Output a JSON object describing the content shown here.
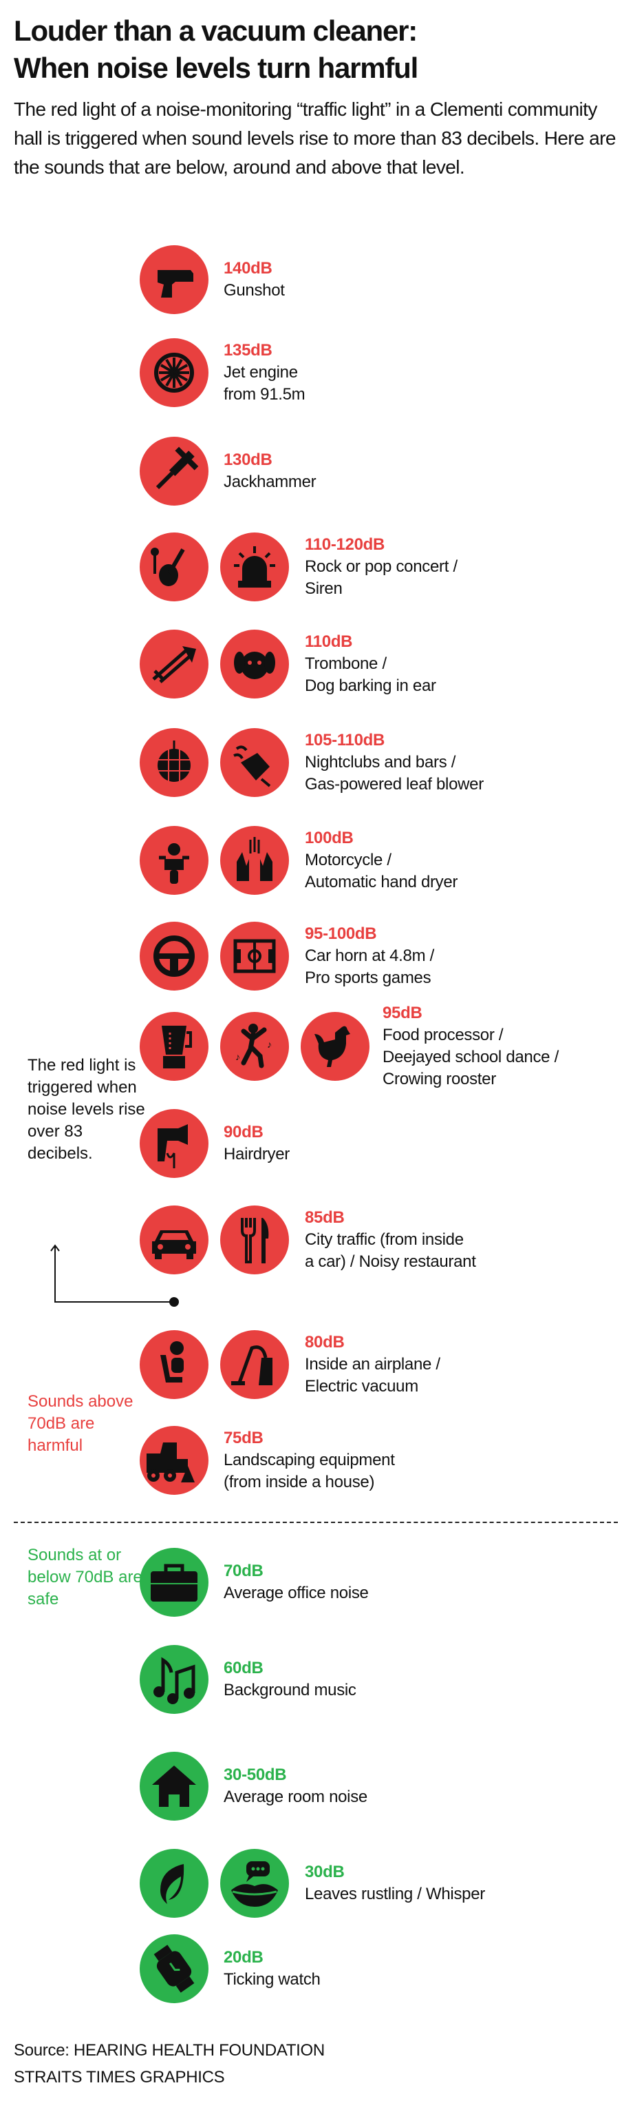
{
  "header": {
    "title_line1": "Louder than a vacuum cleaner:",
    "title_line2": "When noise levels turn harmful",
    "intro": "The red light of a noise-monitoring “traffic light” in a Clementi community hall is triggered when sound levels rise to more than 83 decibels. Here are the sounds that are below, around and above that level."
  },
  "colors": {
    "harmful": "#e8403f",
    "safe": "#2bb24c",
    "icon": "#111111"
  },
  "annotations": {
    "trigger_note": "The red light is triggered when noise levels rise over 83 decibels.",
    "harmful_note": "Sounds above 70dB are harmful",
    "safe_note": "Sounds at or below 70dB are safe"
  },
  "rows": [
    {
      "db": "140dB",
      "desc": "Gunshot",
      "level": "harmful",
      "icons": [
        "gun-icon"
      ]
    },
    {
      "db": "135dB",
      "desc": "Jet engine\nfrom 91.5m",
      "level": "harmful",
      "icons": [
        "jet-engine-icon"
      ]
    },
    {
      "db": "130dB",
      "desc": "Jackhammer",
      "level": "harmful",
      "icons": [
        "jackhammer-icon"
      ]
    },
    {
      "db": "110-120dB",
      "desc": "Rock or pop concert /\nSiren",
      "level": "harmful",
      "icons": [
        "guitar-icon",
        "siren-icon"
      ]
    },
    {
      "db": "110dB",
      "desc": "Trombone /\nDog barking in ear",
      "level": "harmful",
      "icons": [
        "trombone-icon",
        "dog-icon"
      ]
    },
    {
      "db": "105-110dB",
      "desc": "Nightclubs and bars /\nGas-powered leaf blower",
      "level": "harmful",
      "icons": [
        "disco-ball-icon",
        "leaf-blower-icon"
      ]
    },
    {
      "db": "100dB",
      "desc": "Motorcycle /\nAutomatic hand dryer",
      "level": "harmful",
      "icons": [
        "motorcycle-icon",
        "hand-dryer-icon"
      ]
    },
    {
      "db": "95-100dB",
      "desc": "Car horn at 4.8m /\nPro sports games",
      "level": "harmful",
      "icons": [
        "steering-wheel-icon",
        "sports-field-icon"
      ]
    },
    {
      "db": "95dB",
      "desc": "Food processor /\nDeejayed school dance /\nCrowing rooster",
      "level": "harmful",
      "icons": [
        "blender-icon",
        "dancer-icon",
        "rooster-icon"
      ]
    },
    {
      "db": "90dB",
      "desc": "Hairdryer",
      "level": "harmful",
      "icons": [
        "hairdryer-icon"
      ]
    },
    {
      "db": "85dB",
      "desc": "City traffic (from inside\na car) / Noisy restaurant",
      "level": "harmful",
      "icons": [
        "car-icon",
        "cutlery-icon"
      ]
    },
    {
      "db": "80dB",
      "desc": "Inside an airplane /\nElectric vacuum",
      "level": "harmful",
      "icons": [
        "airplane-seat-icon",
        "vacuum-icon"
      ]
    },
    {
      "db": "75dB",
      "desc": "Landscaping equipment\n(from inside a house)",
      "level": "harmful",
      "icons": [
        "loader-icon"
      ]
    },
    {
      "db": "70dB",
      "desc": "Average office noise",
      "level": "safe",
      "icons": [
        "briefcase-icon"
      ]
    },
    {
      "db": "60dB",
      "desc": "Background music",
      "level": "safe",
      "icons": [
        "music-notes-icon"
      ]
    },
    {
      "db": "30-50dB",
      "desc": "Average room noise",
      "level": "safe",
      "icons": [
        "house-icon"
      ]
    },
    {
      "db": "30dB",
      "desc": "Leaves rustling / Whisper",
      "level": "safe",
      "icons": [
        "leaf-icon",
        "whisper-lips-icon"
      ]
    },
    {
      "db": "20dB",
      "desc": "Ticking watch",
      "level": "safe",
      "icons": [
        "watch-icon"
      ]
    }
  ],
  "footer": {
    "source": "Source: HEARING HEALTH FOUNDATION",
    "credit": "STRAITS TIMES GRAPHICS"
  }
}
